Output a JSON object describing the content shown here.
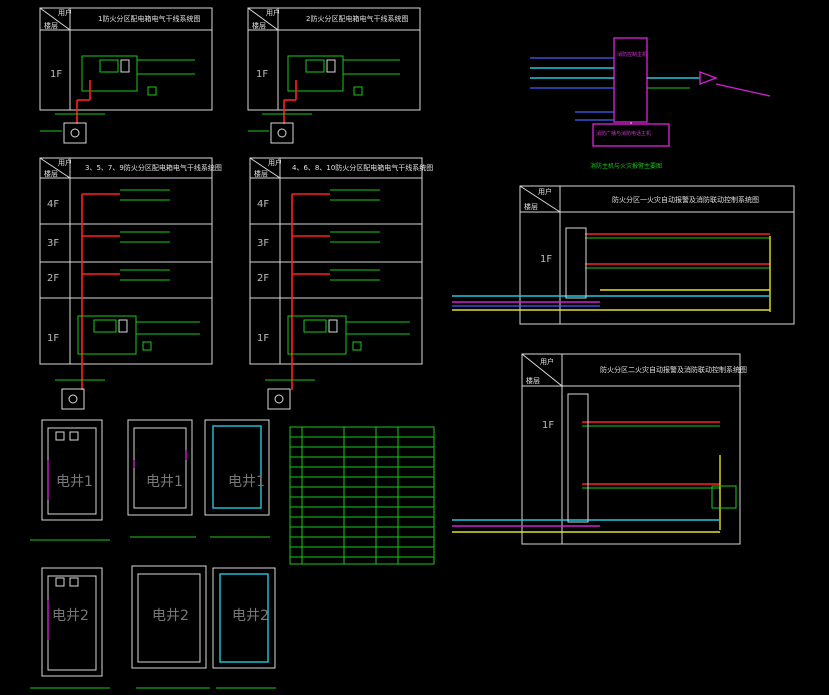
{
  "panel_titles": {
    "p1": "1防火分区配电箱电气干线系统图",
    "p2": "2防火分区配电箱电气干线系统图",
    "p3": "3、5、7、9防火分区配电箱电气干线系统图",
    "p4": "4、6、8、10防火分区配电箱电气干线系统图",
    "fire_a": "防火分区一火灾自动报警及消防联动控制系统图",
    "fire_b": "防火分区二火灾自动报警及消防联动控制系统图",
    "host_caption": "消防主机与火灾报警主要图"
  },
  "header_cell": {
    "top": "用户",
    "bottom": "楼层"
  },
  "floors": {
    "f1": "1F",
    "f2": "2F",
    "f3": "3F",
    "f4": "4F"
  },
  "well_labels": {
    "w1": "电井1",
    "w2": "电井2"
  },
  "host_label": "消防控制主机",
  "host_sub": "消防广播与消防电话主机"
}
